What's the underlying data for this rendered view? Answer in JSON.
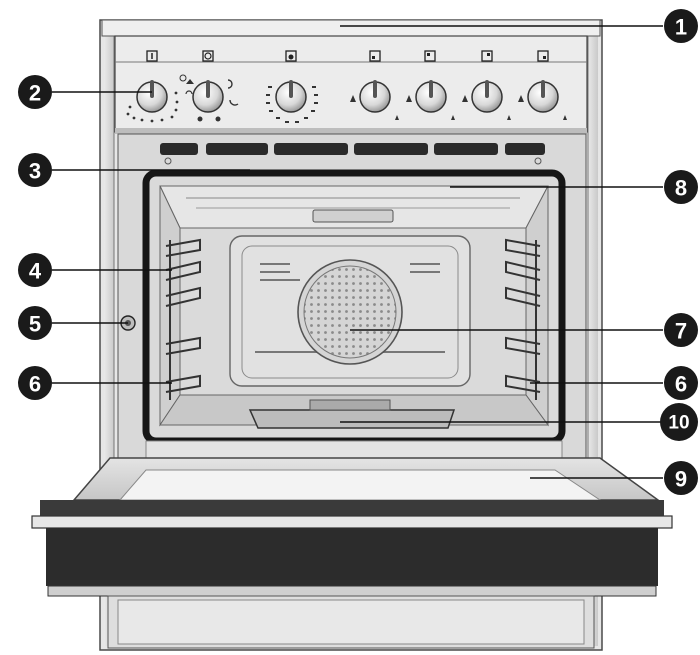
{
  "diagram": {
    "subject": "built-in oven",
    "callouts": [
      {
        "id": "c1",
        "label": "1"
      },
      {
        "id": "c2",
        "label": "2"
      },
      {
        "id": "c3",
        "label": "3"
      },
      {
        "id": "c4",
        "label": "4"
      },
      {
        "id": "c5",
        "label": "5"
      },
      {
        "id": "c6a",
        "label": "6"
      },
      {
        "id": "c6b",
        "label": "6"
      },
      {
        "id": "c7",
        "label": "7"
      },
      {
        "id": "c8",
        "label": "8"
      },
      {
        "id": "c9",
        "label": "9"
      },
      {
        "id": "c10",
        "label": "10"
      }
    ],
    "knobs": [
      {
        "icon": "power-symbol-icon"
      },
      {
        "icon": "fan-symbol-icon"
      },
      {
        "icon": "thermometer-symbol-icon"
      },
      {
        "icon": "hob-front-left-icon"
      },
      {
        "icon": "hob-back-left-icon"
      },
      {
        "icon": "hob-back-right-icon"
      },
      {
        "icon": "hob-front-right-icon"
      }
    ],
    "colors": {
      "callout_fill": "#1a1a1a",
      "body_light": "#e9e9e9",
      "body_mid": "#cfcfcf",
      "frame_dark": "#1e1e1e",
      "cavity": "#dcdcdc"
    }
  }
}
